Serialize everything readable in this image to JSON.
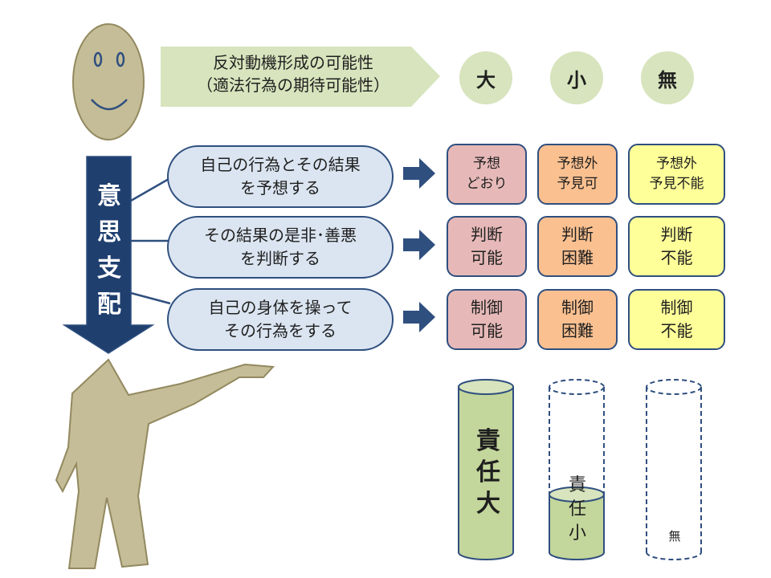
{
  "header": {
    "banner_line1": "反対動機形成の可能性",
    "banner_line2": "（適法行為の期待可能性）",
    "levels": [
      "大",
      "小",
      "無"
    ]
  },
  "will": {
    "label": [
      "意",
      "思",
      "支",
      "配"
    ]
  },
  "steps": [
    {
      "line1": "自己の行為とその結果",
      "line2": "を予想する"
    },
    {
      "line1": "その結果の是非･善悪",
      "line2": "を判断する"
    },
    {
      "line1": "自己の身体を操って",
      "line2": "その行為をする"
    }
  ],
  "grid": [
    [
      {
        "line1": "予想",
        "line2": "どおり"
      },
      {
        "line1": "予想外",
        "line2": "予見可"
      },
      {
        "line1": "予想外",
        "line2": "予見不能"
      }
    ],
    [
      {
        "line1": "判断",
        "line2": "可能"
      },
      {
        "line1": "判断",
        "line2": "困難"
      },
      {
        "line1": "判断",
        "line2": "不能"
      }
    ],
    [
      {
        "line1": "制御",
        "line2": "可能"
      },
      {
        "line1": "制御",
        "line2": "困難"
      },
      {
        "line1": "制御",
        "line2": "不能"
      }
    ]
  ],
  "colors": {
    "navy": "#1f3f6f",
    "border": "#2f4f7f",
    "green": "#c3d69b",
    "green_light": "#d7e4bd",
    "figure": "#c4bd97",
    "pink": "#e6b9b8",
    "orange": "#fac090",
    "yellow": "#ffff99"
  },
  "responsibility": [
    {
      "chars": [
        "責",
        "任",
        "大"
      ],
      "fill_level": 1
    },
    {
      "chars": [
        "責",
        "任",
        "小"
      ],
      "fill_level": 0.35
    },
    {
      "chars": [
        "無"
      ],
      "fill_level": 0
    }
  ]
}
